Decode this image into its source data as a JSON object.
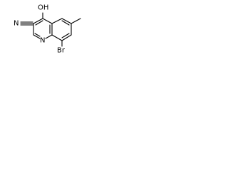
{
  "molecule": {
    "labels": {
      "hydroxyl": "OH",
      "hydroxyl_h": "H",
      "hydroxyl_o": "O",
      "ring_nitrogen": "N",
      "nitrile_nitrogen": "N",
      "bromine": "Br"
    }
  }
}
